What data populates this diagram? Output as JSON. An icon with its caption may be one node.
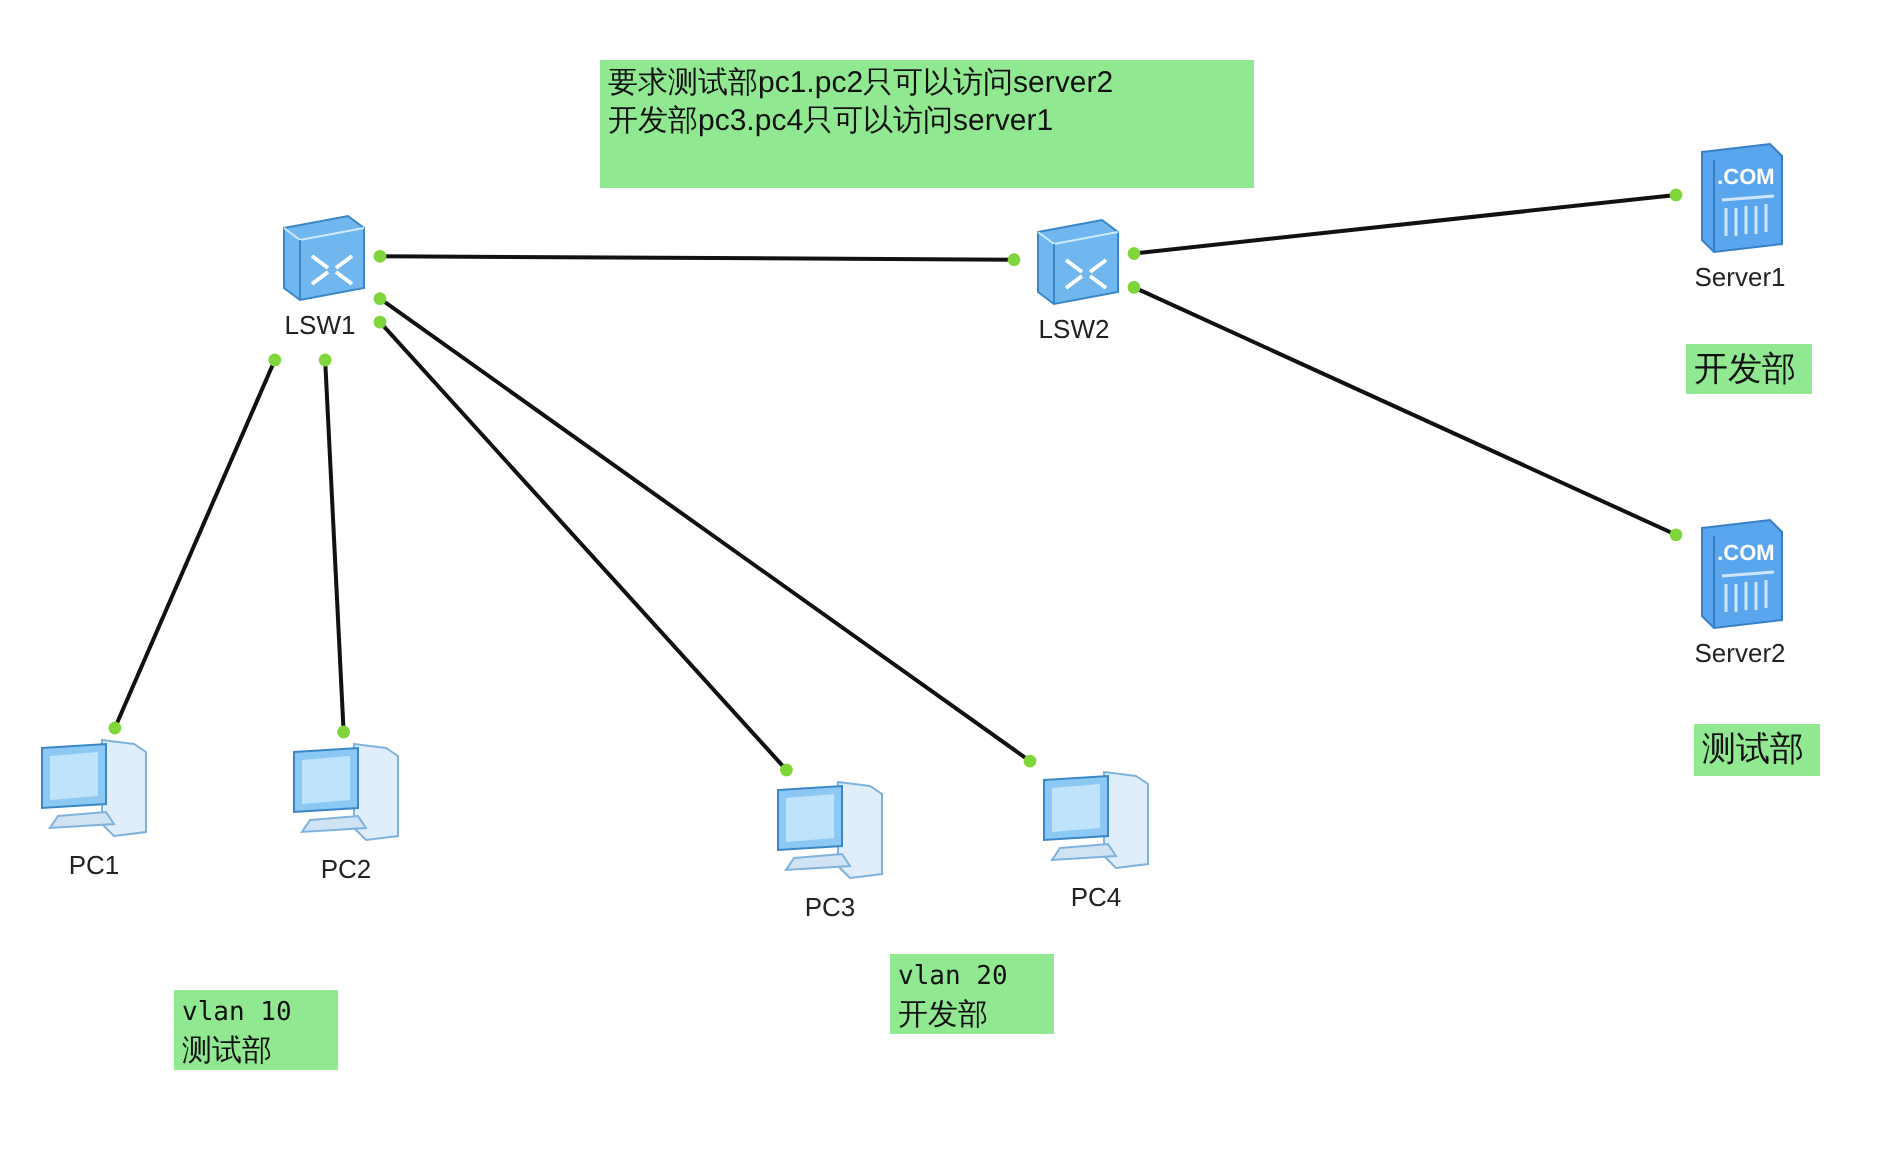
{
  "diagram": {
    "nodes": [
      {
        "text": [
          "要求测试部pc1.pc2只可以访问server2",
          "开发部pc3.pc4只可以访问server1"
        ]
      },
      {
        "text": [
          "LSW1"
        ]
      },
      {
        "text": [
          "LSW2"
        ]
      },
      {
        "text": [
          "Server1"
        ]
      },
      {
        "text": [
          "Server2"
        ]
      },
      {
        "text": [
          "开发部"
        ]
      },
      {
        "text": [
          "测试部"
        ]
      },
      {
        "text": [
          "PC1"
        ]
      },
      {
        "text": [
          "PC2"
        ]
      },
      {
        "text": [
          "PC3"
        ]
      },
      {
        "text": [
          "PC4"
        ]
      },
      {
        "text": [
          "vlan 10",
          "测试部"
        ]
      },
      {
        "text": [
          "vlan 20",
          "开发部"
        ]
      }
    ],
    "edges": [
      {
        "from": 1,
        "to": 2,
        "arrow": "other"
      },
      {
        "from": 2,
        "to": 3,
        "arrow": "other"
      },
      {
        "from": 2,
        "to": 4,
        "arrow": "other"
      },
      {
        "from": 1,
        "to": 7,
        "arrow": "other"
      },
      {
        "from": 1,
        "to": 8,
        "arrow": "other"
      },
      {
        "from": 1,
        "to": 9,
        "arrow": "other"
      },
      {
        "from": 1,
        "to": 10,
        "arrow": "other"
      }
    ],
    "labels": [
      ".COM",
      ".COM"
    ]
  }
}
